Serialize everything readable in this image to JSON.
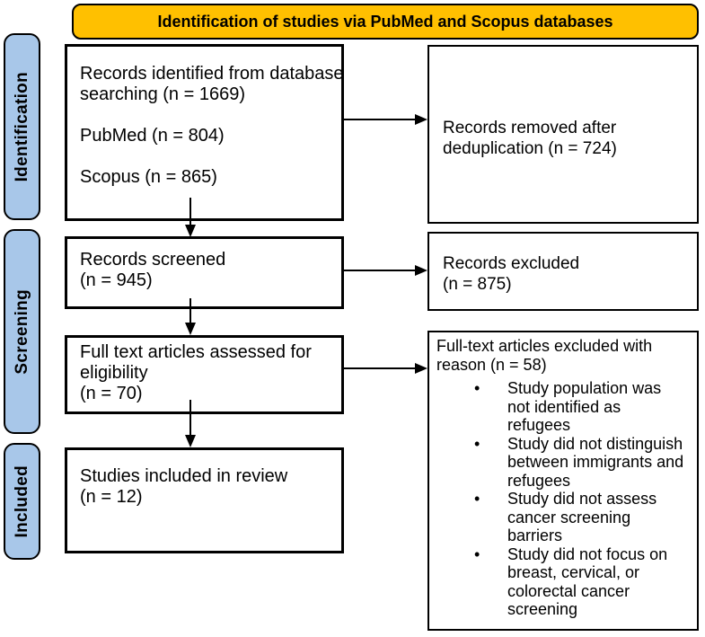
{
  "title_banner": {
    "text": "Identification of studies via PubMed and Scopus databases",
    "bg_color": "#FFC000"
  },
  "colors": {
    "stage_bg": "#A8C7E9",
    "box_border": "#000000"
  },
  "stages": [
    {
      "label": "Identification"
    },
    {
      "label": "Screening"
    },
    {
      "label": "Included"
    }
  ],
  "flow": {
    "left_boxes": [
      {
        "name": "records-identified",
        "lines": [
          "Records identified from database",
          "searching (n = 1669)",
          "",
          "PubMed (n = 804)",
          "",
          "Scopus (n = 865)"
        ]
      },
      {
        "name": "records-screened",
        "lines": [
          "Records screened",
          "(n = 945)"
        ]
      },
      {
        "name": "fulltext-assessed",
        "lines": [
          "Full text articles assessed for",
          "eligibility",
          "(n = 70)"
        ]
      },
      {
        "name": "studies-included",
        "lines": [
          "Studies included in review",
          "(n = 12)"
        ]
      }
    ],
    "right_boxes": [
      {
        "name": "records-removed",
        "lines": [
          "Records removed after",
          "deduplication (n = 724)"
        ]
      },
      {
        "name": "records-excluded",
        "lines": [
          "Records excluded",
          "(n = 875)"
        ]
      },
      {
        "name": "fulltext-excluded",
        "intro_lines": [
          "Full-text articles excluded with",
          "reason (n = 58)"
        ],
        "bullets": [
          [
            "Study population was",
            "not identified as",
            "refugees"
          ],
          [
            "Study did not distinguish",
            "between immigrants and",
            "refugees"
          ],
          [
            "Study did not assess",
            "cancer screening",
            "barriers"
          ],
          [
            "Study did not focus on",
            "breast, cervical, or",
            "colorectal cancer",
            "screening"
          ]
        ]
      }
    ]
  }
}
